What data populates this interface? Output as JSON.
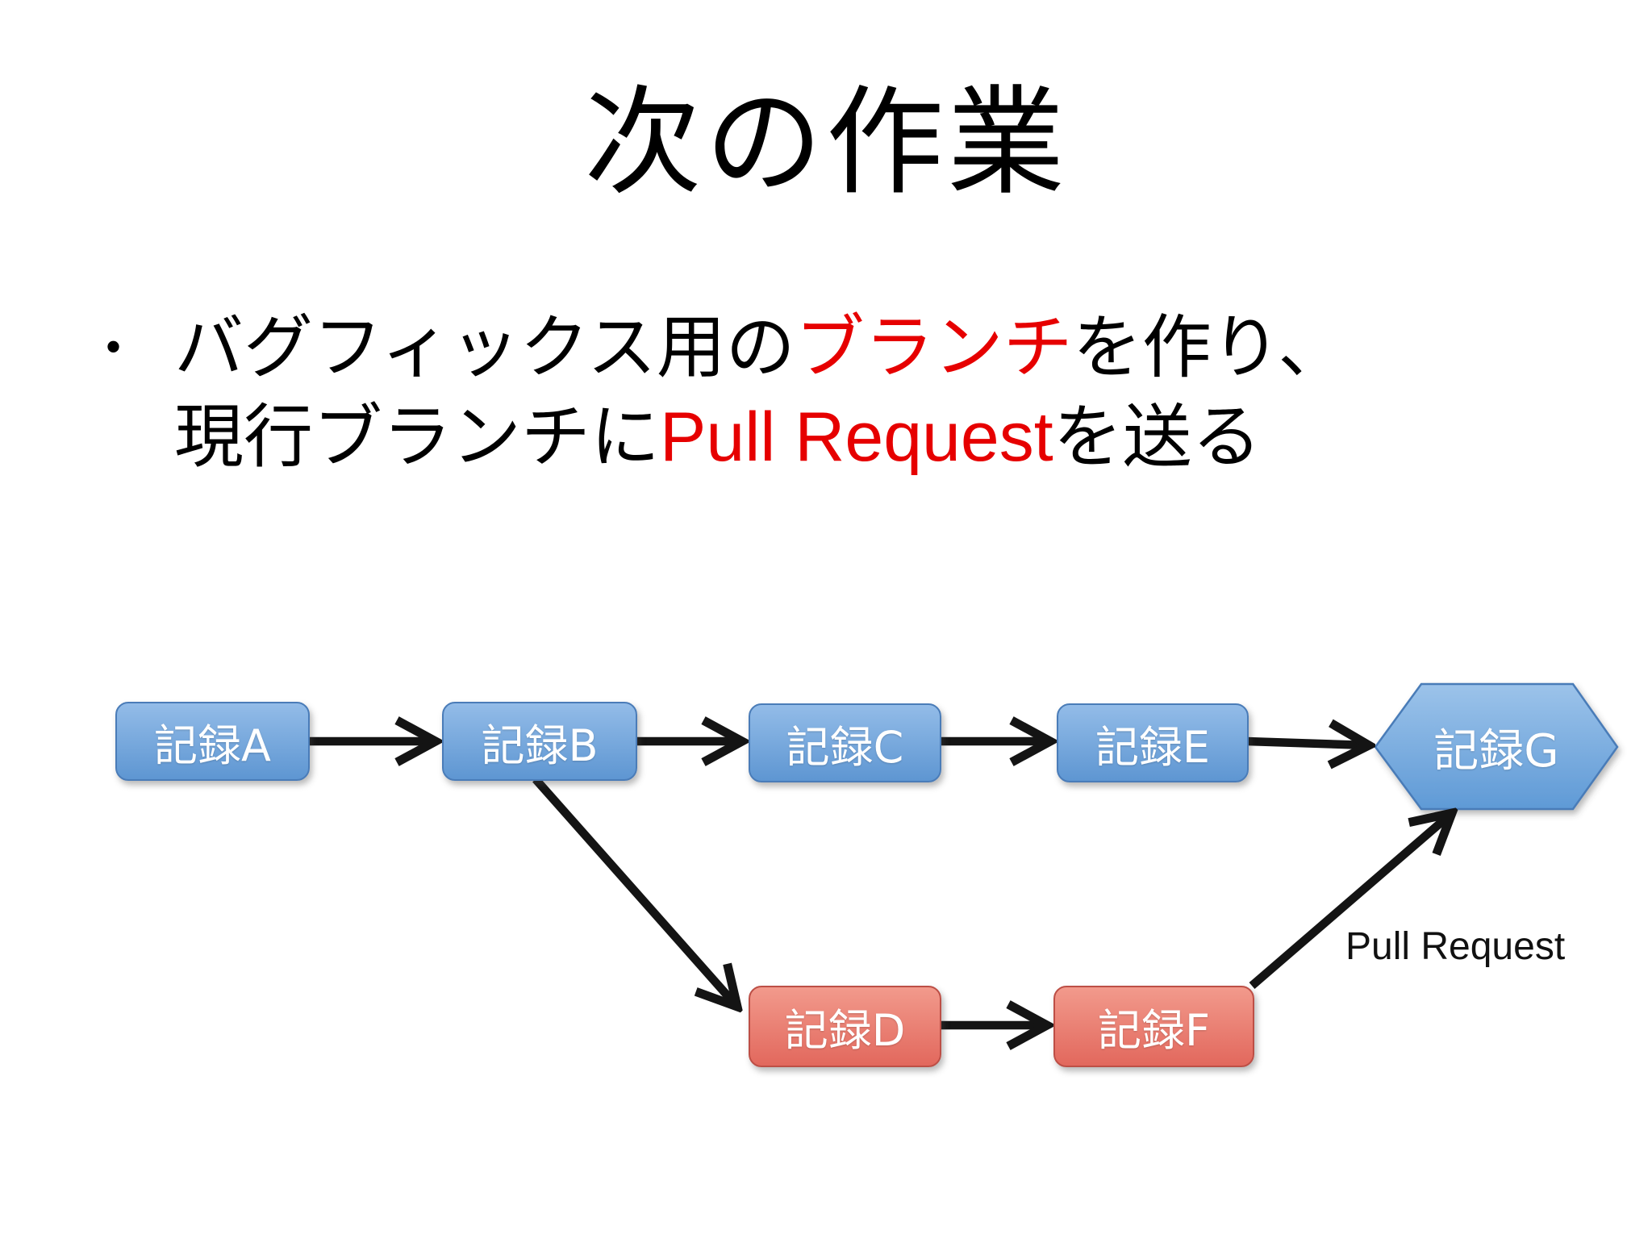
{
  "slide": {
    "title": "次の作業",
    "bullet": {
      "marker": "•",
      "line1": [
        {
          "text": "バグフィックス用の",
          "emphasis": false
        },
        {
          "text": "ブランチ",
          "emphasis": true
        },
        {
          "text": "を作り、",
          "emphasis": false
        }
      ],
      "line2": [
        {
          "text": "現行ブランチに",
          "emphasis": false
        },
        {
          "text": "Pull Request",
          "emphasis": true
        },
        {
          "text": "を送る",
          "emphasis": false
        }
      ]
    }
  },
  "diagram": {
    "nodes": [
      {
        "id": "A",
        "label": "記録A",
        "shape": "rounded-rect",
        "color": "blue"
      },
      {
        "id": "B",
        "label": "記録B",
        "shape": "rounded-rect",
        "color": "blue"
      },
      {
        "id": "C",
        "label": "記録C",
        "shape": "rounded-rect",
        "color": "blue"
      },
      {
        "id": "E",
        "label": "記録E",
        "shape": "rounded-rect",
        "color": "blue"
      },
      {
        "id": "G",
        "label": "記録G",
        "shape": "hexagon",
        "color": "blue"
      },
      {
        "id": "D",
        "label": "記録D",
        "shape": "rounded-rect",
        "color": "red"
      },
      {
        "id": "F",
        "label": "記録F",
        "shape": "rounded-rect",
        "color": "red"
      }
    ],
    "edges": [
      {
        "from": "A",
        "to": "B"
      },
      {
        "from": "B",
        "to": "C"
      },
      {
        "from": "C",
        "to": "E"
      },
      {
        "from": "E",
        "to": "G"
      },
      {
        "from": "B",
        "to": "D"
      },
      {
        "from": "D",
        "to": "F"
      },
      {
        "from": "F",
        "to": "G",
        "label": "Pull Request"
      }
    ]
  },
  "colors": {
    "background": "#ffffff",
    "text": "#000000",
    "accent_red": "#e60000",
    "node_blue_top": "#93bce8",
    "node_blue_bottom": "#5e96d2",
    "node_blue_border": "#4a7cb8",
    "node_red_top": "#f29a8c",
    "node_red_bottom": "#e2685d",
    "node_red_border": "#bd4f46",
    "arrow": "#141414",
    "node_text": "#ffffff"
  }
}
